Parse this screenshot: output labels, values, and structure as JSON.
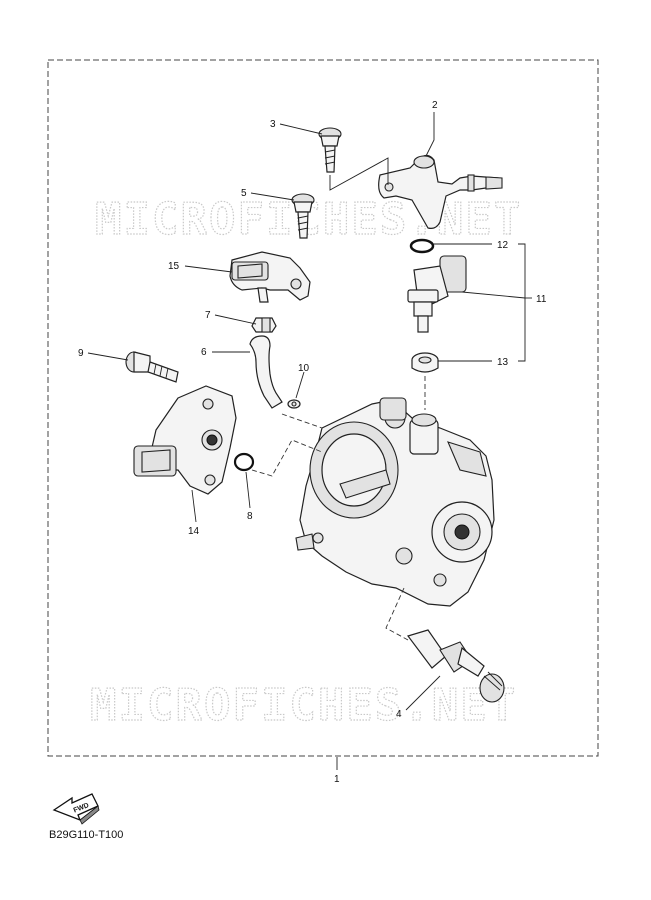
{
  "watermark": "MICROFICHES.NET",
  "diagram_code": "B29G110-T100",
  "fwd_label": "FWD",
  "callouts": {
    "c1": "1",
    "c2": "2",
    "c3": "3",
    "c4": "4",
    "c5": "5",
    "c6": "6",
    "c7": "7",
    "c8": "8",
    "c9": "9",
    "c10": "10",
    "c11": "11",
    "c12": "12",
    "c13": "13",
    "c14": "14",
    "c15": "15"
  }
}
